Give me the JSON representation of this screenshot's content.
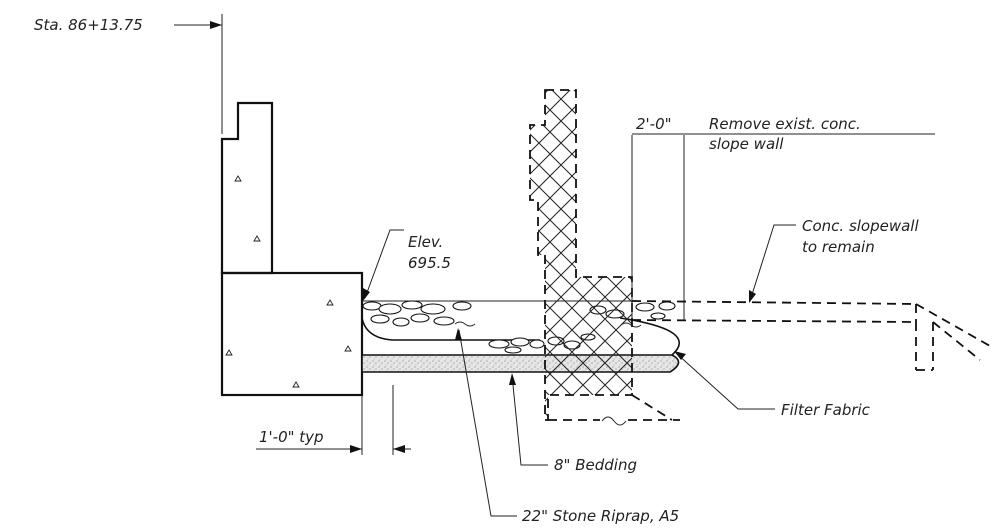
{
  "labels": {
    "station": "Sta. 86+13.75",
    "elev_line1": "Elev.",
    "elev_line2": "695.5",
    "remove_dim": "2'-0\"",
    "remove_line1": "Remove exist. conc.",
    "remove_line2": "slope wall",
    "slopewall_line1": "Conc. slopewall",
    "slopewall_line2": "to remain",
    "filter_fabric": "Filter Fabric",
    "typ_dim": "1'-0\" typ",
    "bedding": "8\" Bedding",
    "riprap": "22\" Stone Riprap, A5"
  }
}
